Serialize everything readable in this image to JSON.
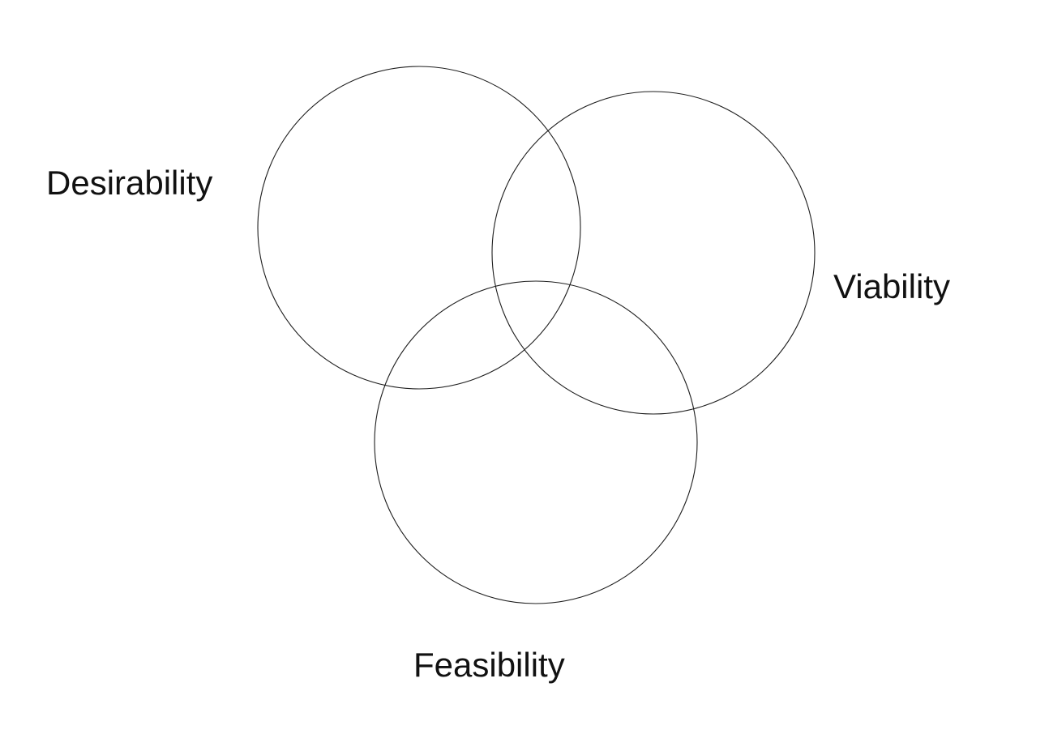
{
  "diagram": {
    "type": "venn",
    "description": "Three-circle Venn diagram",
    "sets": [
      {
        "label": "Desirability",
        "label_position": "left"
      },
      {
        "label": "Viability",
        "label_position": "right"
      },
      {
        "label": "Feasibility",
        "label_position": "bottom"
      }
    ],
    "colors": {
      "background": "#ffffff",
      "circle_stroke": "#1e1e1e",
      "label_text": "#111111"
    }
  }
}
